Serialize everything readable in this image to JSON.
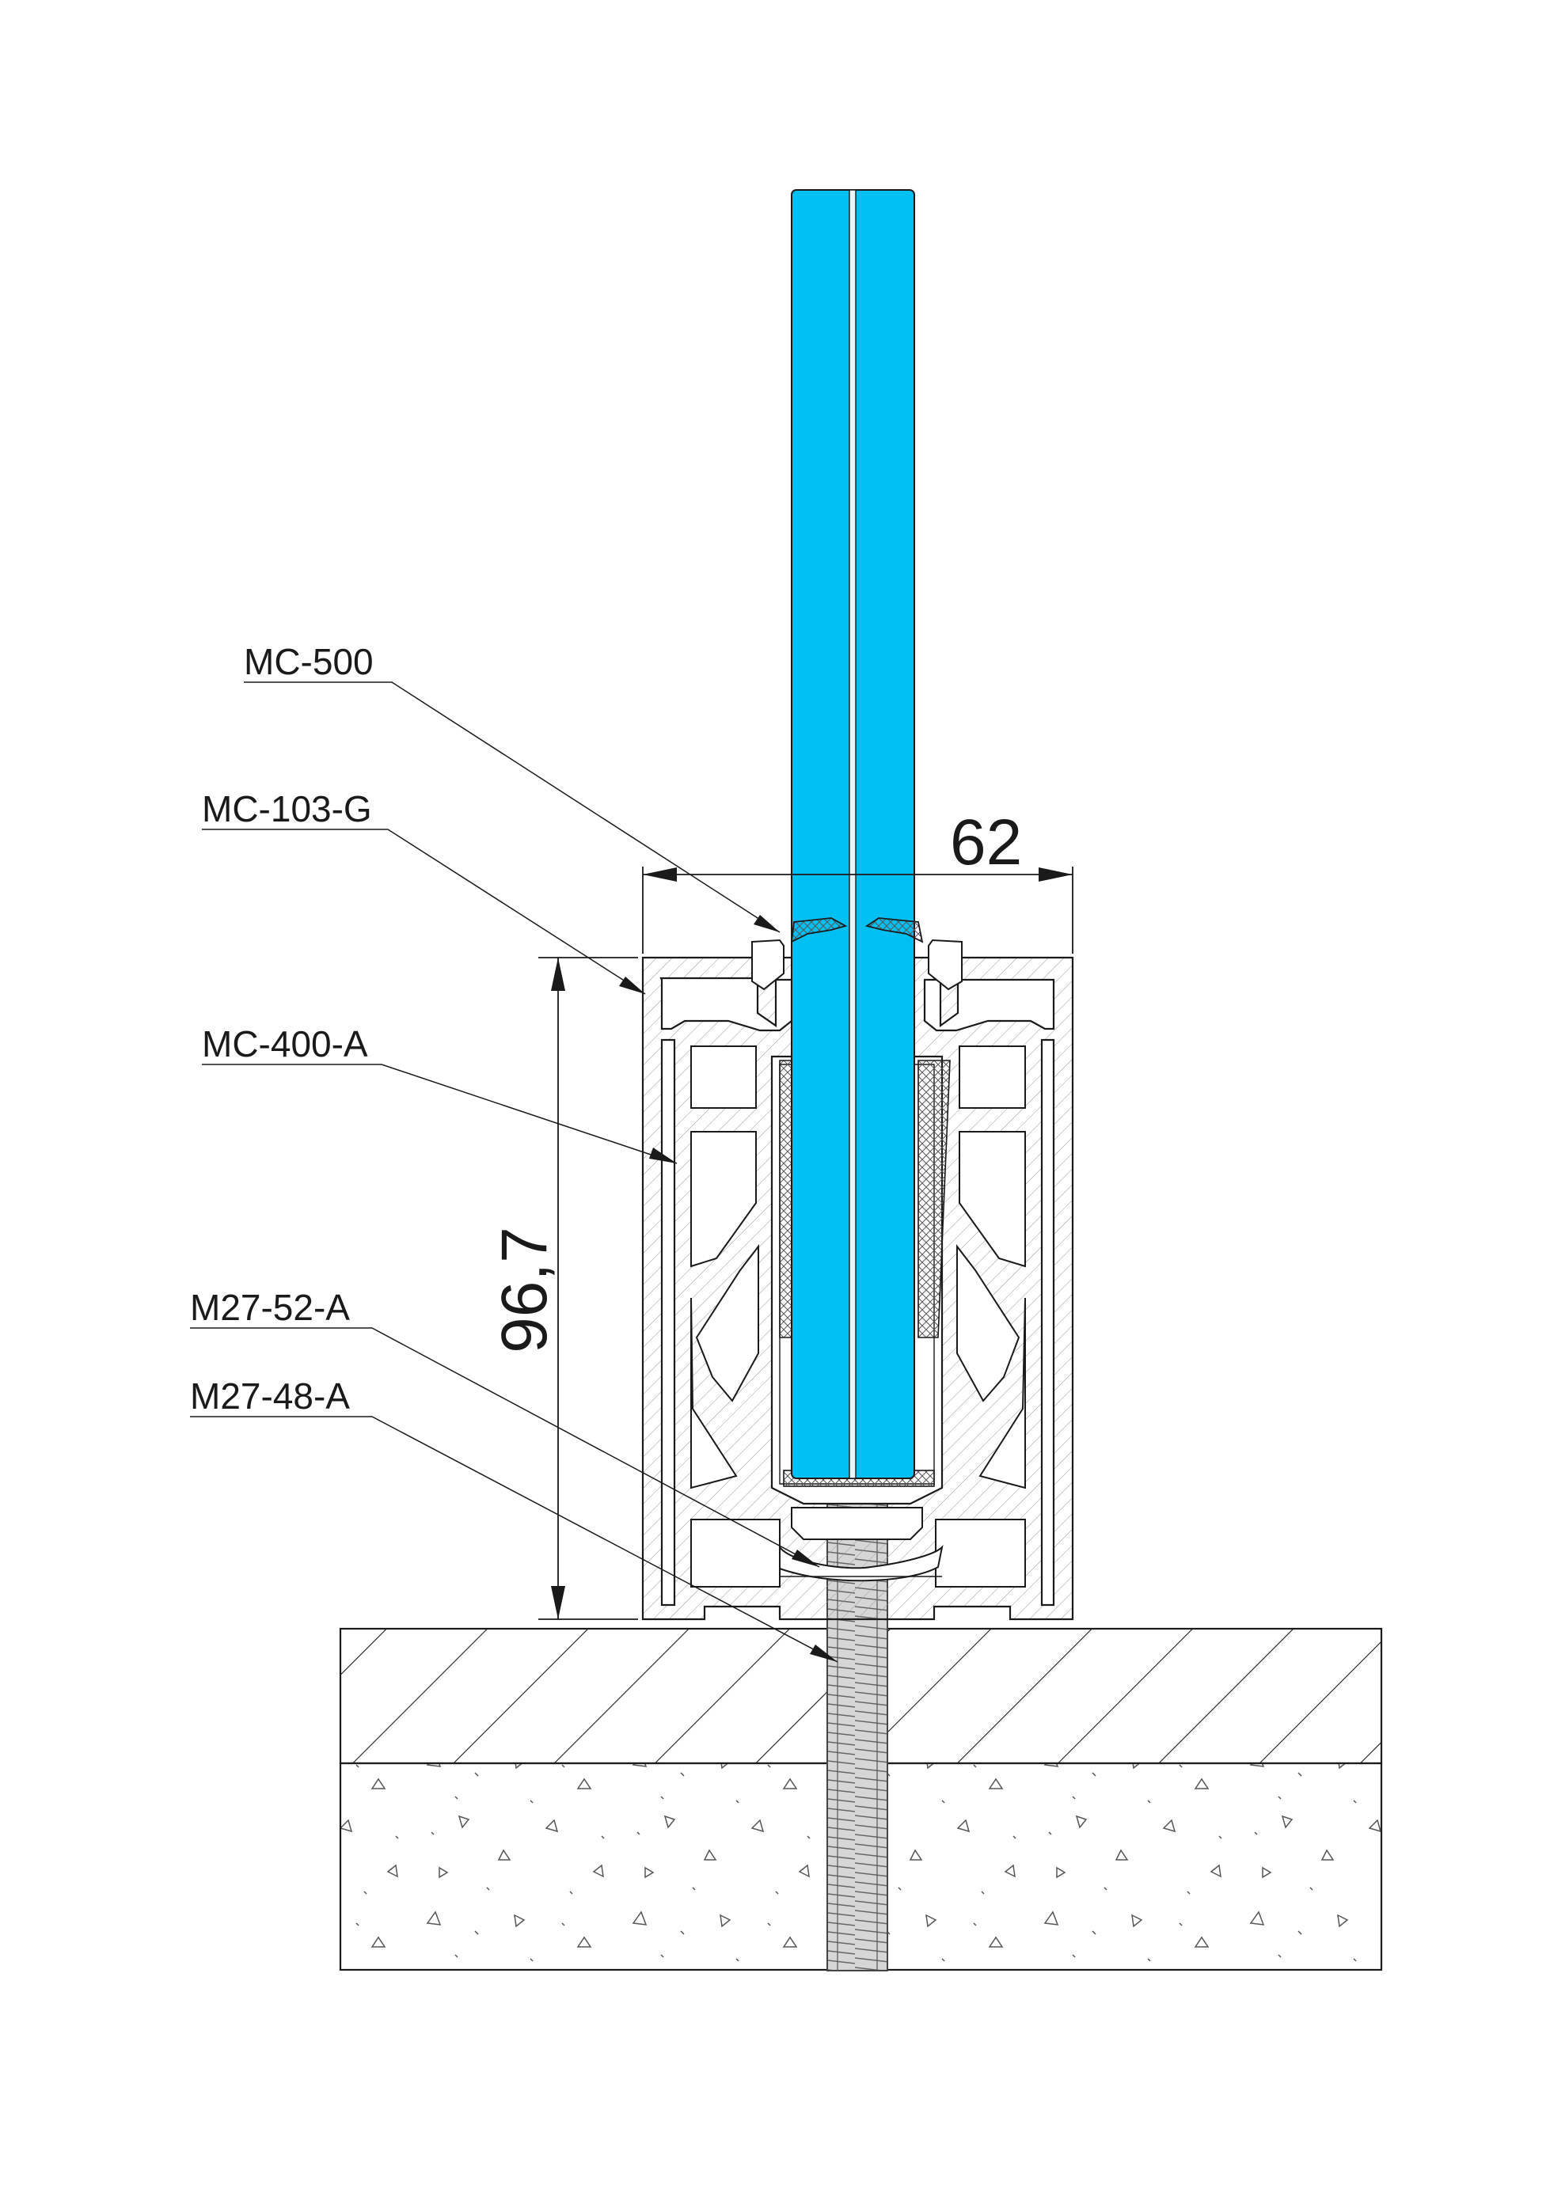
{
  "labels": {
    "mc500": "MC-500",
    "mc103g": "MC-103-G",
    "mc400a": "MC-400-A",
    "m2752a": "M27-52-A",
    "m2748a": "M27-48-A"
  },
  "dimensions": {
    "width": "62",
    "height": "96,7"
  },
  "colors": {
    "glass": "#00bff3",
    "line": "#1a1a1a",
    "profile_fill": "#ffffff"
  }
}
